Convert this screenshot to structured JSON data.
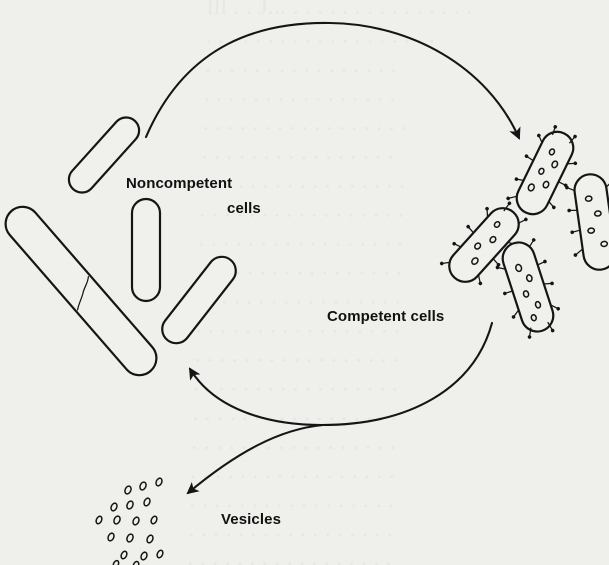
{
  "diagram": {
    "labels": {
      "noncompetent": "Noncompetent",
      "cells": "cells",
      "competent_cells": "Competent cells",
      "vesicles": "Vesicles"
    },
    "background_text": {
      "lines": [
        "lll .  . J...  . . . . . . . . . . . . . . .",
        "  .  . . . . . . . . . . . . . . . . . .",
        "      .  . . . . . . . . . . . . . . .",
        "   .    . . . . . . . . . . . . . . .",
        "  .  . . . . . . . . . . . . . . . .",
        "    . . .  . . . . . . . . . . . . .",
        "  .   . . . . . . . . . . . . . . . .",
        "    . . .  . . . . . . . . . . . . . .",
        "  .   . . . . . . . . . . . . . . . .",
        "    . . . . . . . . . . . . . . . . .",
        "  .   . . . . . . . . . . . . . . . .",
        "    . . . . . . . . . . . . . . . . .",
        "  .   . . . . . . . . . . . . . . . .",
        "    . . . . . . . . . . . . . . . . .",
        "  .   . . . . . . . . . . . . . . . .",
        "    . . . . . . . . . . . . . . . . .",
        "  .   . . . . . . . . . . . . . . . .",
        "    . . . . . . . . . . . . . . . . .",
        "  .   . . . . . . . . . . . . . . . .",
        "    . . . . . . . . . . . . . . . . ."
      ]
    },
    "colors": {
      "background": "#efefeb",
      "ink": "#151515",
      "faint_text": "#dddddd"
    }
  }
}
